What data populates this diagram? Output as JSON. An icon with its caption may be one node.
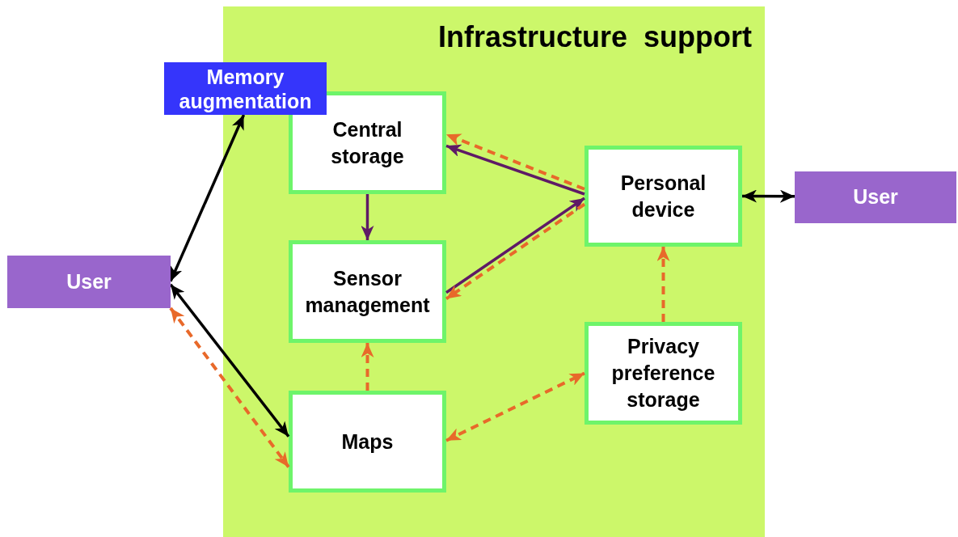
{
  "diagram": {
    "nodes": [
      {
        "text": [
          "Infrastructure  support"
        ]
      },
      {
        "text": [
          "Memory augmentation"
        ]
      },
      {
        "text": [
          "Central storage"
        ],
        "in": 0
      },
      {
        "text": [
          "Sensor management"
        ],
        "in": 0
      },
      {
        "text": [
          "Maps"
        ],
        "in": 0
      },
      {
        "text": [
          "Personal device"
        ],
        "in": 0
      },
      {
        "text": [
          "Privacy preference storage"
        ],
        "in": 0
      },
      {
        "text": [
          "User"
        ]
      },
      {
        "text": [
          "User"
        ]
      }
    ],
    "edges": [
      {
        "from": 7,
        "to": 1,
        "arrow": "both",
        "color": "#000000"
      },
      {
        "from": 7,
        "to": 4,
        "arrow": "both",
        "color": "#000000"
      },
      {
        "from": 7,
        "to": 4,
        "arrow": "both",
        "style": "dashed",
        "color": "#e8692a"
      },
      {
        "from": 2,
        "to": 3,
        "arrow": "to",
        "color": "#5e1a66"
      },
      {
        "from": 5,
        "to": 2,
        "arrow": "to",
        "color": "#5e1a66"
      },
      {
        "from": 3,
        "to": 5,
        "arrow": "to",
        "color": "#5e1a66"
      },
      {
        "from": 5,
        "to": 2,
        "arrow": "to",
        "style": "dashed",
        "color": "#e8692a"
      },
      {
        "from": 5,
        "to": 3,
        "arrow": "to",
        "style": "dashed",
        "color": "#e8692a"
      },
      {
        "from": 4,
        "to": 3,
        "arrow": "to",
        "style": "dashed",
        "color": "#e8692a"
      },
      {
        "from": 6,
        "to": 5,
        "arrow": "to",
        "style": "dashed",
        "color": "#e8692a"
      },
      {
        "from": 4,
        "to": 6,
        "arrow": "both",
        "style": "dashed",
        "color": "#e8692a"
      },
      {
        "from": 5,
        "to": 8,
        "arrow": "both",
        "color": "#000000"
      }
    ]
  }
}
